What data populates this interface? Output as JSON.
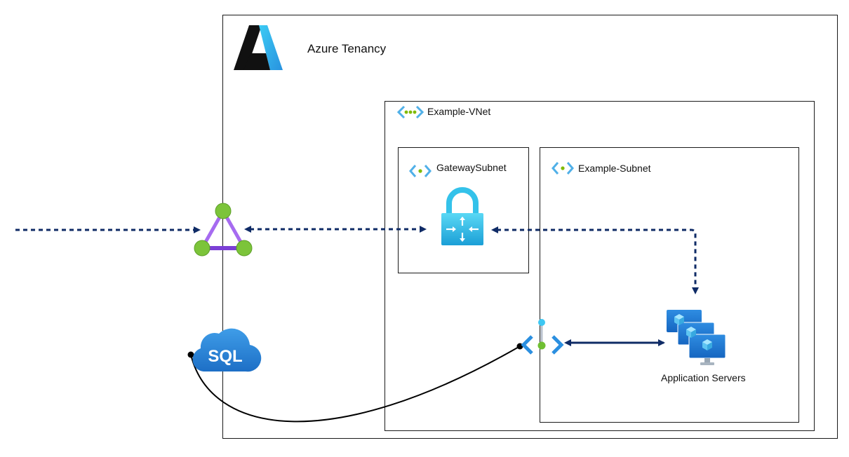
{
  "tenancy": {
    "label": "Azure Tenancy"
  },
  "vnet": {
    "label": "Example-VNet"
  },
  "gateway_subnet": {
    "label": "GatewaySubnet"
  },
  "example_subnet": {
    "label": "Example-Subnet"
  },
  "app_servers": {
    "label": "Application Servers"
  },
  "sql": {
    "label": "SQL"
  },
  "colors": {
    "connector_dark_blue": "#0f2b66",
    "azure_blue": "#0078d4",
    "gateway_cyan": "#36c3e9",
    "triangle_purple": "#9b5de5",
    "node_green": "#7cc43a",
    "vnet_dots_green": "#7fba00"
  },
  "icons": {
    "azure_logo": "azure-logo-icon",
    "vnet": "virtual-network-icon",
    "subnet": "subnet-icon",
    "vpn_gateway": "vpn-gateway-lock-icon",
    "local_network_gateway": "local-network-gateway-icon",
    "sql": "sql-database-cloud-icon",
    "private_endpoint": "private-endpoint-icon",
    "vm_scale_set": "virtual-machines-icon"
  }
}
